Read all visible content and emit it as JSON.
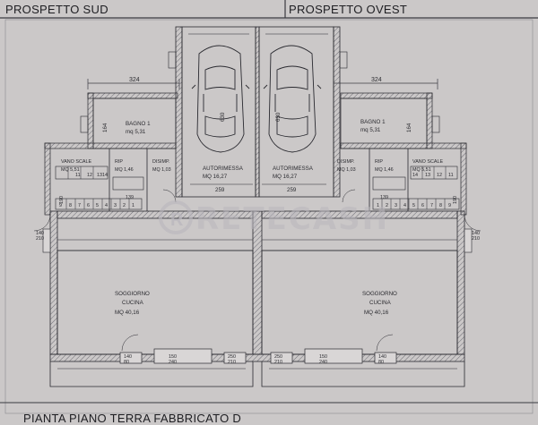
{
  "headers": {
    "left": "PROSPETTO SUD",
    "right": "PROSPETTO OVEST",
    "footer": "PIANTA PIANO TERRA FABBRICATO D"
  },
  "watermark": "RETECASH",
  "dimensions": {
    "top_left": "324",
    "top_right": "324",
    "garage_depth_left": "630",
    "garage_depth_right": "630",
    "garage_width_left": "259",
    "garage_width_right": "259",
    "bath_depth_left": "164",
    "bath_depth_right": "164",
    "dim_139_left": "139",
    "dim_139_right": "139",
    "dim_190_left": "190",
    "dim_190_right": "190",
    "side_140_left": "140\n210",
    "side_140_right": "140\n210"
  },
  "rooms": {
    "left": {
      "bagno_name": "BAGNO 1",
      "bagno_area": "mq 5,31",
      "vano_name": "VANO SCALE",
      "vano_area": "MQ 5,51",
      "rip_name": "RIP",
      "rip_area": "MQ 1,46",
      "disimp_name": "DISIMP.",
      "disimp_area": "MQ 1,03",
      "garage_name": "AUTORIMESSA",
      "garage_area": "MQ 16,27",
      "living_name": "SOGGIORNO",
      "living_sub": "CUCINA",
      "living_area": "MQ 40,16"
    },
    "right": {
      "bagno_name": "BAGNO 1",
      "bagno_area": "mq 5,31",
      "vano_name": "VANO SCALE",
      "vano_area": "MQ 5,51",
      "rip_name": "RIP",
      "rip_area": "MQ 1,46",
      "disimp_name": "DISIMP.",
      "disimp_area": "MQ 1,03",
      "garage_name": "AUTORIMESSA",
      "garage_area": "MQ 16,27",
      "living_name": "SOGGIORNO",
      "living_sub": "CUCINA",
      "living_area": "MQ 40,16"
    }
  },
  "stair_numbers_left_top": [
    "11",
    "12",
    "13",
    "14"
  ],
  "stair_numbers_left_bottom": [
    "9",
    "8",
    "7",
    "6",
    "5",
    "4",
    "3",
    "2",
    "1"
  ],
  "stair_numbers_right_top": [
    "14",
    "13",
    "12",
    "11"
  ],
  "stair_numbers_right_bottom": [
    "1",
    "2",
    "3",
    "4",
    "5",
    "6",
    "7",
    "8",
    "9"
  ],
  "window_labels": {
    "w1": "140\n80",
    "w2": "150\n240",
    "w3": "250\n210",
    "w4": "250\n210",
    "w5": "150\n240",
    "w6": "140\n80"
  }
}
